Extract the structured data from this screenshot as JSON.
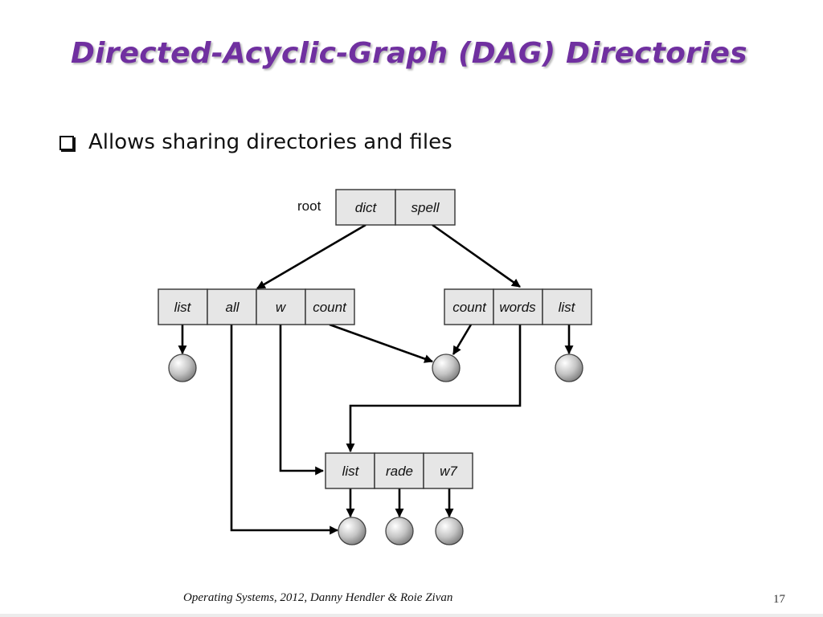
{
  "slide": {
    "title": "Directed-Acyclic-Graph  (DAG) Directories",
    "bullet": "Allows sharing directories and files",
    "footer": "Operating Systems, 2012, Danny Hendler & Roie Zivan",
    "page_number": "17",
    "accent_color": "#7030a0"
  },
  "diagram": {
    "root_label": "root",
    "root_dir": [
      "dict",
      "spell"
    ],
    "dict_dir": [
      "list",
      "all",
      "w",
      "count"
    ],
    "spell_dir": [
      "count",
      "words",
      "list"
    ],
    "shared_dir": [
      "list",
      "rade",
      "w7"
    ],
    "edges": [
      {
        "from": "root.dict",
        "to": "dict_dir"
      },
      {
        "from": "root.spell",
        "to": "spell_dir"
      },
      {
        "from": "dict_dir.list",
        "to": "file"
      },
      {
        "from": "dict_dir.count",
        "to": "shared_file_count"
      },
      {
        "from": "spell_dir.count",
        "to": "shared_file_count"
      },
      {
        "from": "spell_dir.list",
        "to": "file"
      },
      {
        "from": "spell_dir.words",
        "to": "shared_dir"
      },
      {
        "from": "dict_dir.w",
        "to": "shared_dir"
      },
      {
        "from": "dict_dir.all",
        "to": "shared_dir.list file"
      },
      {
        "from": "shared_dir.list",
        "to": "file"
      },
      {
        "from": "shared_dir.rade",
        "to": "file"
      },
      {
        "from": "shared_dir.w7",
        "to": "file"
      }
    ]
  }
}
